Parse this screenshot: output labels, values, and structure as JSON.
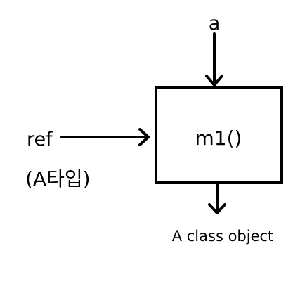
{
  "diagram": {
    "input_top_label": "a",
    "input_left_label": "ref",
    "input_left_sublabel": "(A타입)",
    "box_label": "m1()",
    "output_label": "A class object",
    "colors": {
      "stroke": "#000000",
      "background": "#ffffff"
    }
  }
}
